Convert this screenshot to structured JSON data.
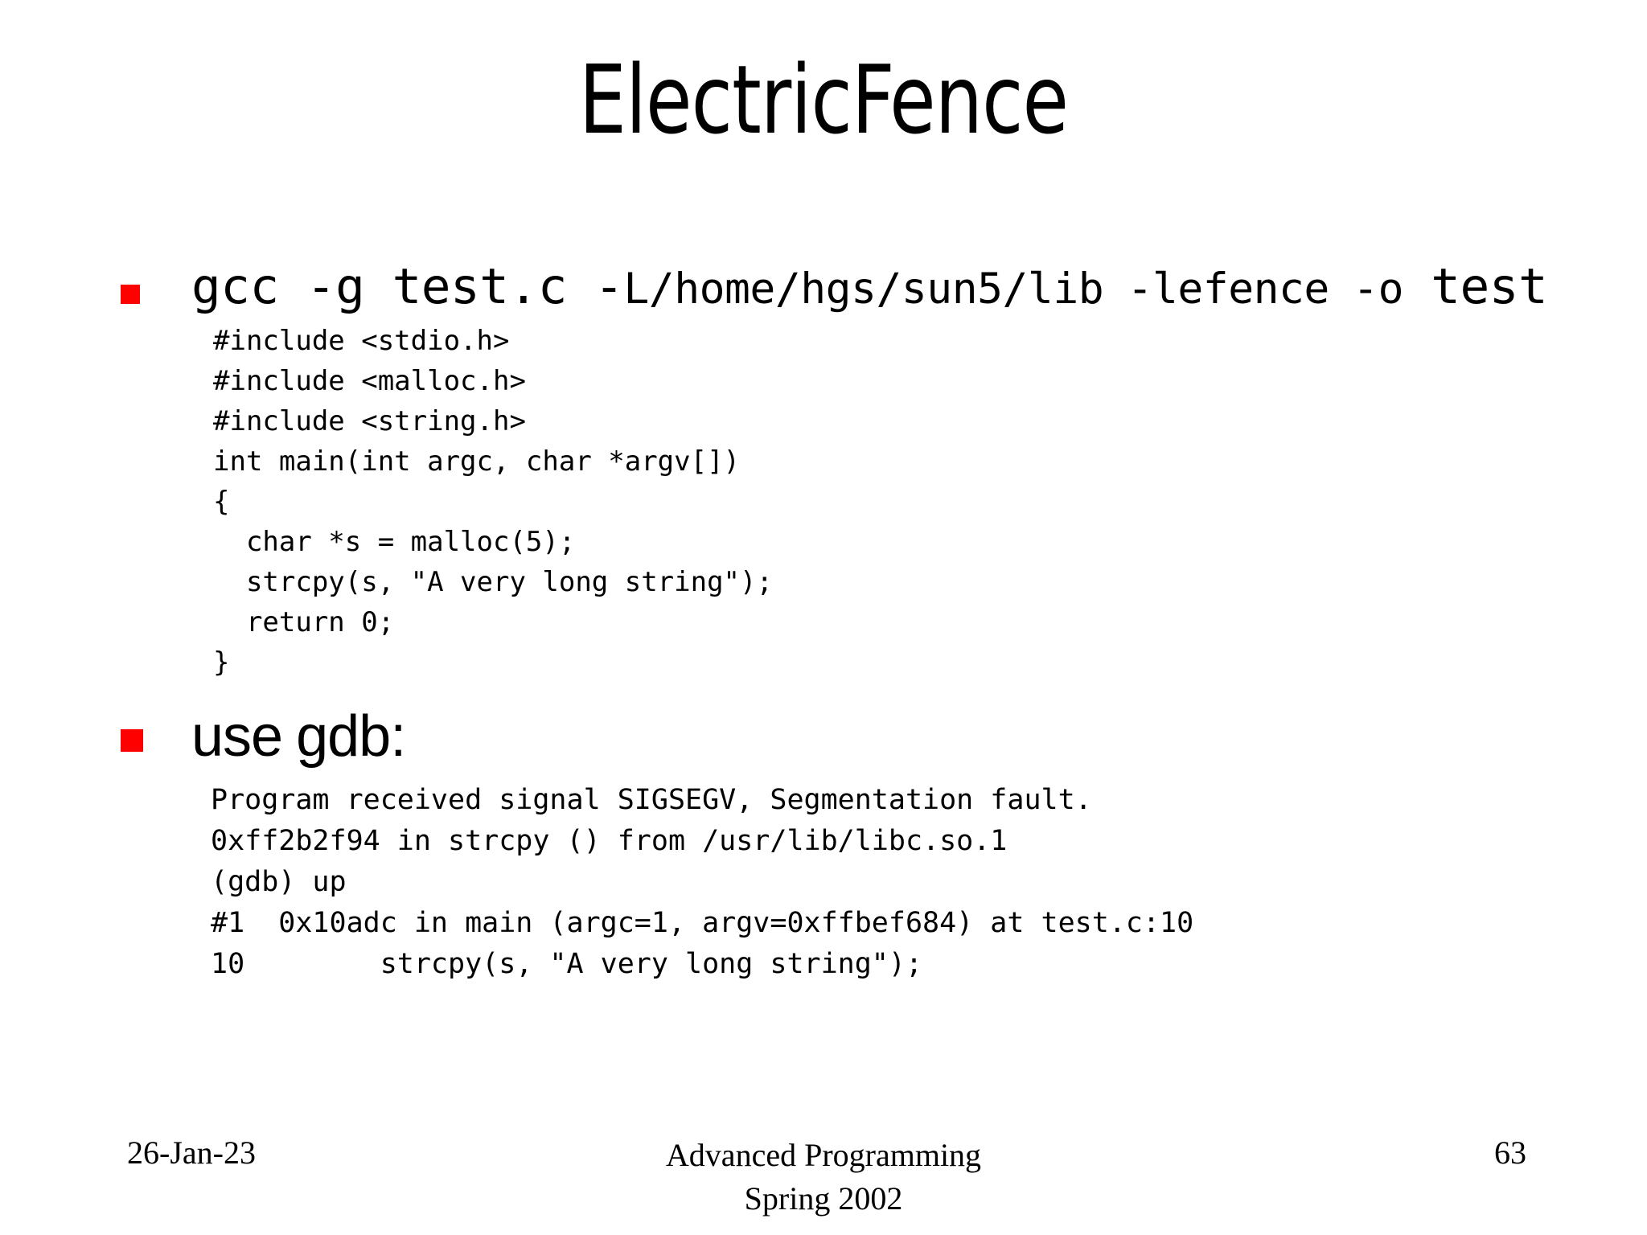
{
  "slide": {
    "title": "ElectricFence",
    "bullets": [
      {
        "id": "compile-command",
        "marker": "red-square",
        "text_main": "gcc -g test.c -",
        "text_small": "L/home/hgs/sun5/lib -lefence -o",
        "text_tail": " test",
        "style": "mono"
      },
      {
        "id": "use-gdb",
        "marker": "red-square",
        "label": "use gdb:",
        "style": "sans"
      }
    ],
    "code_listing": {
      "id": "test-c-source",
      "lines": [
        "#include <stdio.h>",
        "#include <malloc.h>",
        "#include <string.h>",
        "int main(int argc, char *argv[])",
        "{",
        "  char *s = malloc(5);",
        "  strcpy(s, \"A very long string\");",
        "  return 0;",
        "}"
      ]
    },
    "gdb_output": {
      "id": "gdb-session",
      "lines": [
        "Program received signal SIGSEGV, Segmentation fault.",
        "0xff2b2f94 in strcpy () from /usr/lib/libc.so.1",
        "(gdb) up",
        "#1  0x10adc in main (argc=1, argv=0xffbef684) at test.c:10",
        "10        strcpy(s, \"A very long string\");"
      ]
    },
    "footer": {
      "date": "26-Jan-23",
      "course_line1": "Advanced Programming",
      "course_line2": "Spring 2002",
      "page_number": "63"
    },
    "colors": {
      "bullet_red": "#FF0000",
      "text_black": "#000000",
      "background": "#FFFFFF"
    }
  }
}
